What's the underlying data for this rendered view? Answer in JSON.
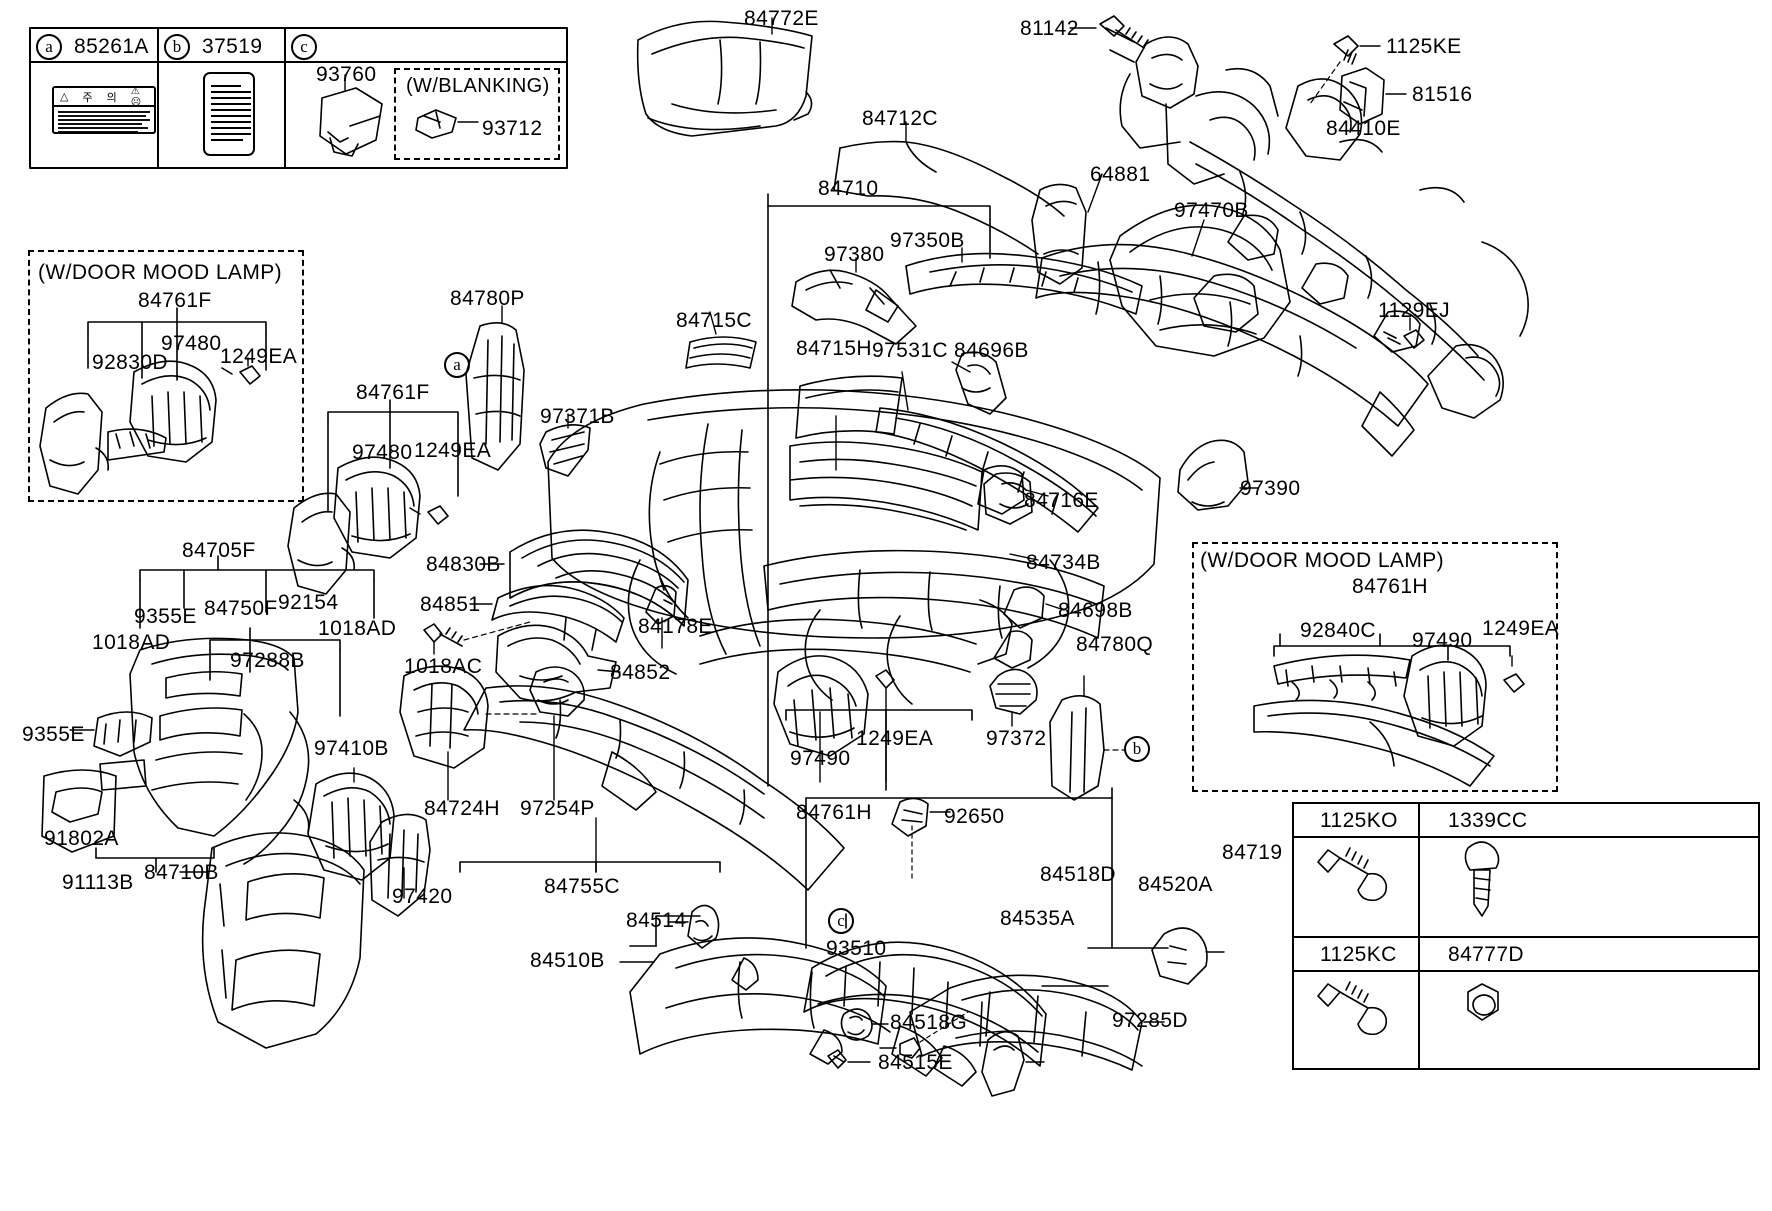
{
  "diagram": {
    "title": "Instrument Panel / Crash Pad Exploded Parts Diagram",
    "note_door_mood_lamp": "(W/DOOR MOOD LAMP)",
    "note_blanking": "(W/BLANKING)"
  },
  "keytable": {
    "cells": [
      {
        "key": "a",
        "part": "85261A"
      },
      {
        "key": "b",
        "part": "37519"
      },
      {
        "key": "c",
        "part": ""
      }
    ],
    "c_part": "93760",
    "blanking_part": "93712",
    "blanking_note": "(W/BLANKING)"
  },
  "fastener_table": {
    "rows": [
      [
        "1125KO",
        "1339CC"
      ],
      [
        "1125KC",
        "84777D"
      ]
    ]
  },
  "callouts": {
    "top_left_panel": [
      "85261A",
      "37519",
      "93760",
      "93712"
    ],
    "center_top": [
      "84772E",
      "84712C",
      "84710",
      "97380",
      "97350B",
      "64881",
      "97470B",
      "84715C",
      "84715H",
      "97531C",
      "84696B"
    ],
    "top_right": [
      "81142",
      "1125KE",
      "81516",
      "84410E",
      "1129EJ"
    ],
    "mood_lamp_left": [
      "84761F",
      "92830D",
      "97480",
      "1249EA"
    ],
    "mood_lamp_right": [
      "84761H",
      "92840C",
      "97490",
      "1249EA"
    ],
    "left_column": [
      "84761F",
      "97480",
      "1249EA",
      "84780P",
      "97371B",
      "84705F",
      "9355E",
      "84750F",
      "92154",
      "1018AD",
      "1018AD",
      "97288B",
      "9355E",
      "91802A",
      "91113B",
      "84710B",
      "97410B",
      "97420",
      "84724H",
      "97254P",
      "84755C"
    ],
    "center_column": [
      "84830B",
      "84851",
      "1018AC",
      "84852",
      "84178E",
      "84734B",
      "84698B",
      "84716E",
      "84780Q",
      "97372",
      "97490",
      "1249EA",
      "84761H",
      "92650",
      "84518D",
      "84520A",
      "84535A",
      "93510",
      "84719",
      "84514",
      "84510B",
      "84518G",
      "84515E",
      "97285D"
    ],
    "right_side": [
      "97390",
      "97470B"
    ]
  },
  "labels": {
    "l_85261A": "85261A",
    "l_37519": "37519",
    "l_93760": "93760",
    "l_93712": "93712",
    "l_blanking": "(W/BLANKING)",
    "l_a": "a",
    "l_b": "b",
    "l_c": "c",
    "l_84772E": "84772E",
    "l_84712C": "84712C",
    "l_84710": "84710",
    "l_97380": "97380",
    "l_97350B": "97350B",
    "l_64881": "64881",
    "l_97470B": "97470B",
    "l_84715C": "84715C",
    "l_84715H": "84715H",
    "l_97531C": "97531C",
    "l_84696B": "84696B",
    "l_81142": "81142",
    "l_1125KE": "1125KE",
    "l_81516": "81516",
    "l_84410E": "84410E",
    "l_1129EJ": "1129EJ",
    "l_97390": "97390",
    "l_moodlamp_left": "(W/DOOR MOOD LAMP)",
    "l_84761F_top": "84761F",
    "l_92830D": "92830D",
    "l_97480_top": "97480",
    "l_1249EA_top": "1249EA",
    "l_84761F_mid": "84761F",
    "l_97480_mid": "97480",
    "l_1249EA_mid": "1249EA",
    "l_84780P": "84780P",
    "l_97371B": "97371B",
    "l_84705F": "84705F",
    "l_9355E_top": "9355E",
    "l_84750F": "84750F",
    "l_92154": "92154",
    "l_1018AD_left": "1018AD",
    "l_1018AD_right": "1018AD",
    "l_97288B": "97288B",
    "l_9355E_bottom": "9355E",
    "l_91802A": "91802A",
    "l_91113B": "91113B",
    "l_84710B": "84710B",
    "l_97410B": "97410B",
    "l_97420": "97420",
    "l_84724H": "84724H",
    "l_97254P": "97254P",
    "l_84755C": "84755C",
    "l_84830B": "84830B",
    "l_84851": "84851",
    "l_1018AC": "1018AC",
    "l_84852": "84852",
    "l_84178E": "84178E",
    "l_84734B": "84734B",
    "l_84698B": "84698B",
    "l_84716E": "84716E",
    "l_84780Q": "84780Q",
    "l_97372": "97372",
    "l_97490_mid": "97490",
    "l_1249EA_mid2": "1249EA",
    "l_84761H_mid": "84761H",
    "l_92650": "92650",
    "l_84518D": "84518D",
    "l_84520A": "84520A",
    "l_84535A": "84535A",
    "l_93510": "93510",
    "l_84719": "84719",
    "l_84514": "84514",
    "l_84510B": "84510B",
    "l_84518G": "84518G",
    "l_84515E": "84515E",
    "l_97285D": "97285D",
    "l_moodlamp_right": "(W/DOOR MOOD LAMP)",
    "l_84761H_right": "84761H",
    "l_92840C": "92840C",
    "l_97490_right": "97490",
    "l_1249EA_right": "1249EA",
    "l_1125KO": "1125KO",
    "l_1339CC": "1339CC",
    "l_1125KC": "1125KC",
    "l_84777D": "84777D",
    "l_warn_ko1": "주",
    "l_warn_ko2": "의"
  },
  "colors": {
    "line": "#000000",
    "background": "#ffffff"
  }
}
